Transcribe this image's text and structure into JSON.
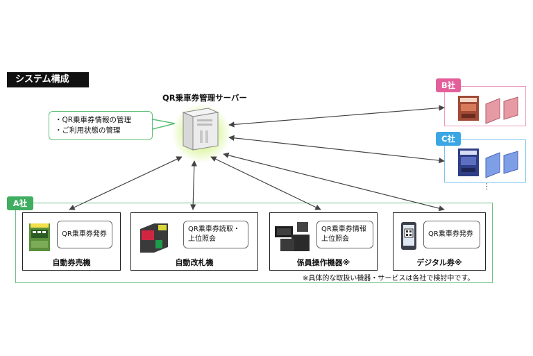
{
  "header": {
    "title": "システム構成"
  },
  "server": {
    "title": "QR乗車券管理サーバー",
    "features": [
      "・QR乗車券情報の管理",
      "・ご利用状態の管理"
    ]
  },
  "companies": {
    "a": "A社",
    "b": "B社",
    "c": "C社",
    "more": "⋮"
  },
  "devices": [
    {
      "label": "自動券売機",
      "function_lines": [
        "QR乗車券発券"
      ]
    },
    {
      "label": "自動改札機",
      "function_lines": [
        "QR乗車券読取・",
        "上位照会"
      ]
    },
    {
      "label": "係員操作機器※",
      "function_lines": [
        "QR乗車券情報",
        "上位照会"
      ]
    },
    {
      "label": "デジタル券※",
      "function_lines": [
        "QR乗車券発券"
      ]
    }
  ],
  "footnote": "※具体的な取扱い機器・サービスは各社で検討中です。",
  "colors": {
    "company_a": "#3fae60",
    "company_b": "#e25f9a",
    "company_c": "#3aa7e4",
    "arrow": "#444444"
  },
  "icons": {
    "ticket_machine": "ticket-machine-icon",
    "gate": "ticket-gate-icon",
    "staff_terminal": "staff-terminal-icon",
    "smartphone": "smartphone-qr-icon",
    "server": "server-icon"
  }
}
